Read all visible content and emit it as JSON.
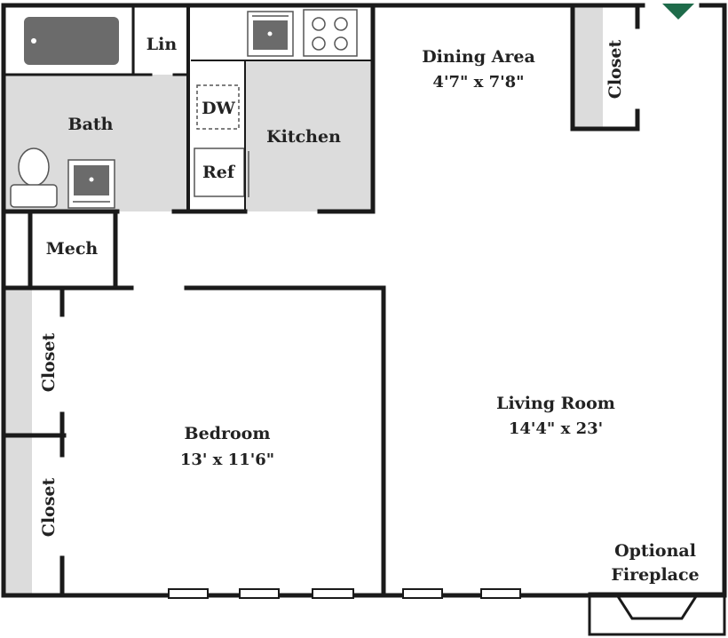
{
  "rooms": {
    "bath": "Bath",
    "linen": "Lin",
    "kitchen": "Kitchen",
    "dishwasher": "DW",
    "refrigerator": "Ref",
    "mechanical": "Mech",
    "dining_name": "Dining Area",
    "dining_size": "4'7\" x 7'8\"",
    "closet_top": "Closet",
    "closet_left_upper": "Closet",
    "closet_left_lower": "Closet",
    "bedroom_name": "Bedroom",
    "bedroom_size": "13' x 11'6\"",
    "living_name": "Living Room",
    "living_size": "14'4\" x 23'",
    "fireplace_line1": "Optional",
    "fireplace_line2": "Fireplace"
  },
  "colors": {
    "wall": "#1a1a1a",
    "wet_area_fill": "#dcdcdc",
    "fixture_fill": "#6b6b6b",
    "entry_marker": "#1e6b4a"
  },
  "icons": {
    "entry": "entry-triangle-icon",
    "tub": "bathtub-icon",
    "toilet": "toilet-icon",
    "sink": "sink-icon",
    "stove": "stove-icon"
  }
}
